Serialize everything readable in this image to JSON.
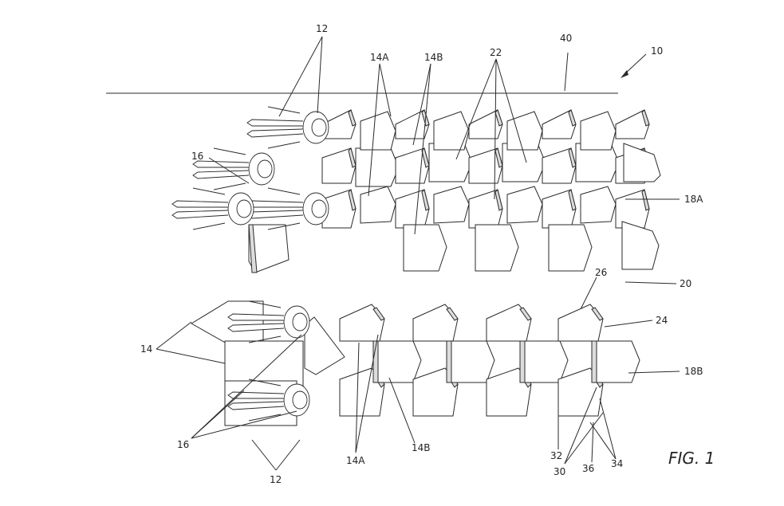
{
  "figure": {
    "caption": "FIG. 1",
    "reference_numerals": {
      "assembly": "10",
      "passengers_top": "12",
      "seat_14A_top": "14A",
      "seat_14B_top": "14B",
      "passenger_16_top": "16",
      "rows_22": "22",
      "wall_40": "40",
      "group_18A": "18A",
      "aisle_20": "20",
      "edge_26": "26",
      "edge_24": "24",
      "group_18B": "18B",
      "seats_14": "14",
      "passengers_16_bottom": "16",
      "passengers_12_bottom": "12",
      "seat_14A_bottom": "14A",
      "seat_14B_bottom": "14B",
      "part_32": "32",
      "part_30": "30",
      "part_36": "36",
      "part_34": "34"
    }
  }
}
